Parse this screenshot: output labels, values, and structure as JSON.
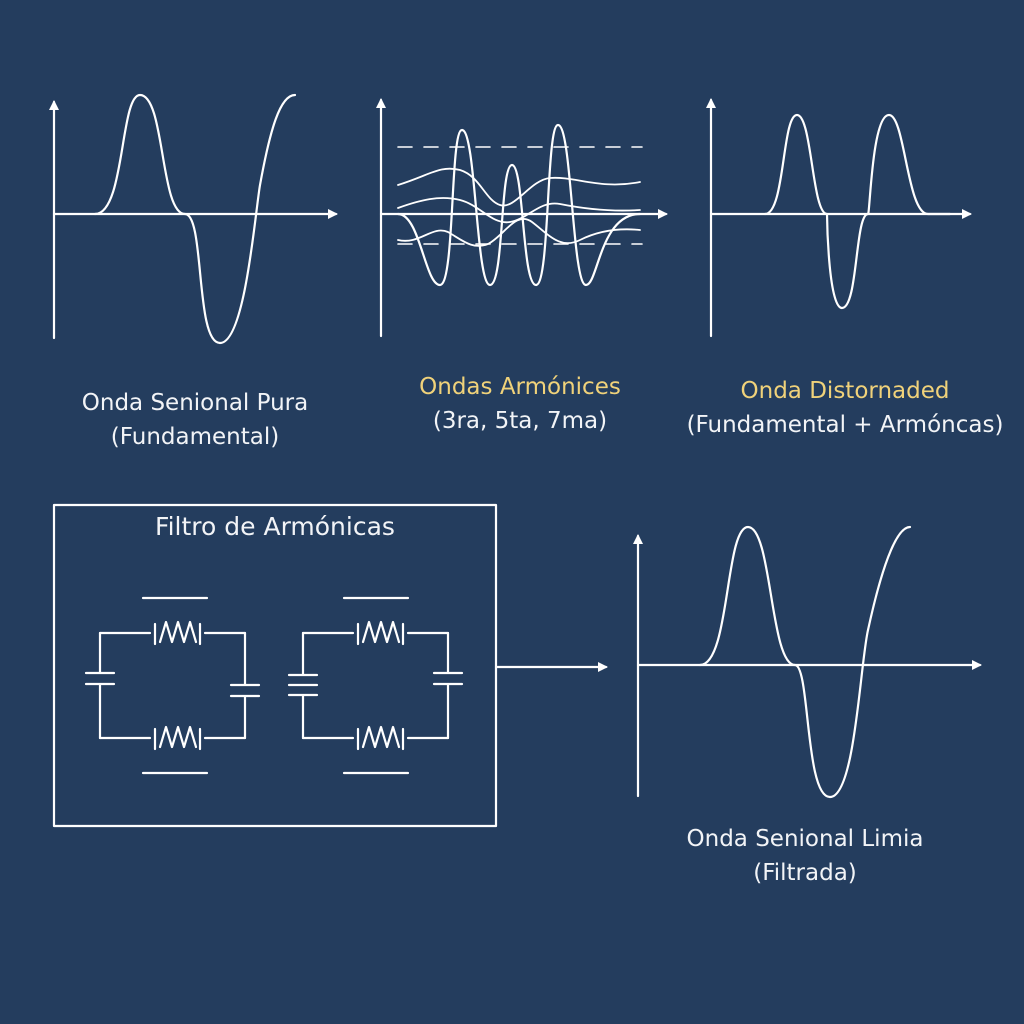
{
  "colors": {
    "background": "#243d5e",
    "line": "#ffffff",
    "accent": "#f0d27a"
  },
  "panels": {
    "pure": {
      "title": "Onda Senional Pura",
      "subtitle": "(Fundamental)"
    },
    "harmonics": {
      "title": "Ondas Armónices",
      "subtitle": "(3ra, 5ta, 7ma)"
    },
    "distorted": {
      "title": "Onda Distornaded",
      "subtitle": "(Fundamental + Armóncas)"
    },
    "filter": {
      "title": "Filtro de Armónicas"
    },
    "clean": {
      "title": "Onda Senional Limia",
      "subtitle": "(Filtrada)"
    }
  }
}
